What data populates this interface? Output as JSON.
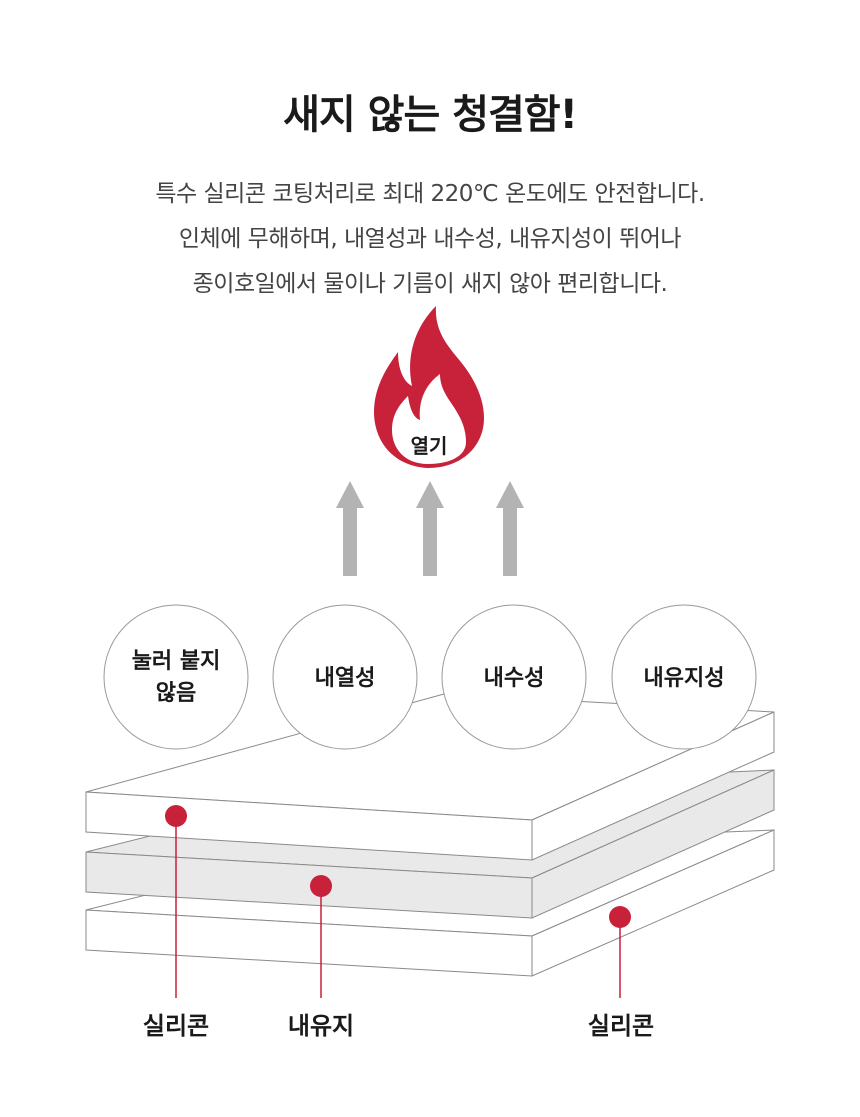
{
  "header": {
    "title": "새지 않는 청결함!",
    "description_lines": [
      "특수 실리콘 코팅처리로 최대 220℃ 온도에도 안전합니다.",
      "인체에 무해하며, 내열성과 내수성, 내유지성이 뛰어나",
      "종이호일에서 물이나 기름이 새지 않아 편리합니다."
    ]
  },
  "flame": {
    "label": "열기",
    "icon": "flame-icon"
  },
  "features": [
    {
      "line1": "눌러 붙지",
      "line2": "않음"
    },
    {
      "line1": "내열성",
      "line2": ""
    },
    {
      "line1": "내수성",
      "line2": ""
    },
    {
      "line1": "내유지성",
      "line2": ""
    }
  ],
  "layers": {
    "top_label": "실리콘",
    "middle_label": "내유지",
    "bottom_label": "실리콘"
  },
  "colors": {
    "accent": "#c8213a",
    "arrow": "#b3b3b3",
    "circle_border": "#999999",
    "layer_stroke": "#8a8a8a",
    "middle_layer": "#e9e9e9"
  }
}
